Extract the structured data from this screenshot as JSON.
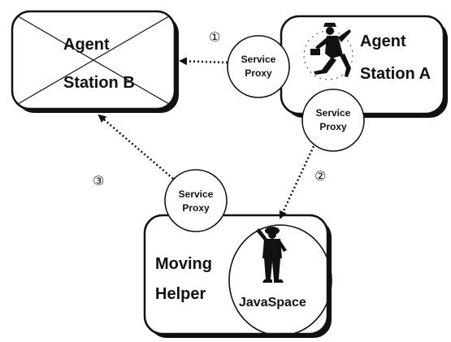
{
  "nodes": {
    "station_b": {
      "line1": "Agent",
      "line2": "Station B"
    },
    "station_a": {
      "line1": "Agent",
      "line2": "Station A"
    },
    "moving_helper": {
      "line1": "Moving",
      "line2": "Helper"
    },
    "javaspace": {
      "label": "JavaSpace"
    }
  },
  "proxies": {
    "proxy_1": {
      "line1": "Service",
      "line2": "Proxy"
    },
    "proxy_2": {
      "line1": "Service",
      "line2": "Proxy"
    },
    "proxy_3": {
      "line1": "Service",
      "line2": "Proxy"
    }
  },
  "steps": {
    "step_1": "①",
    "step_2": "②",
    "step_3": "③"
  },
  "icons": [
    "running-agent-icon",
    "helper-figure-icon"
  ]
}
